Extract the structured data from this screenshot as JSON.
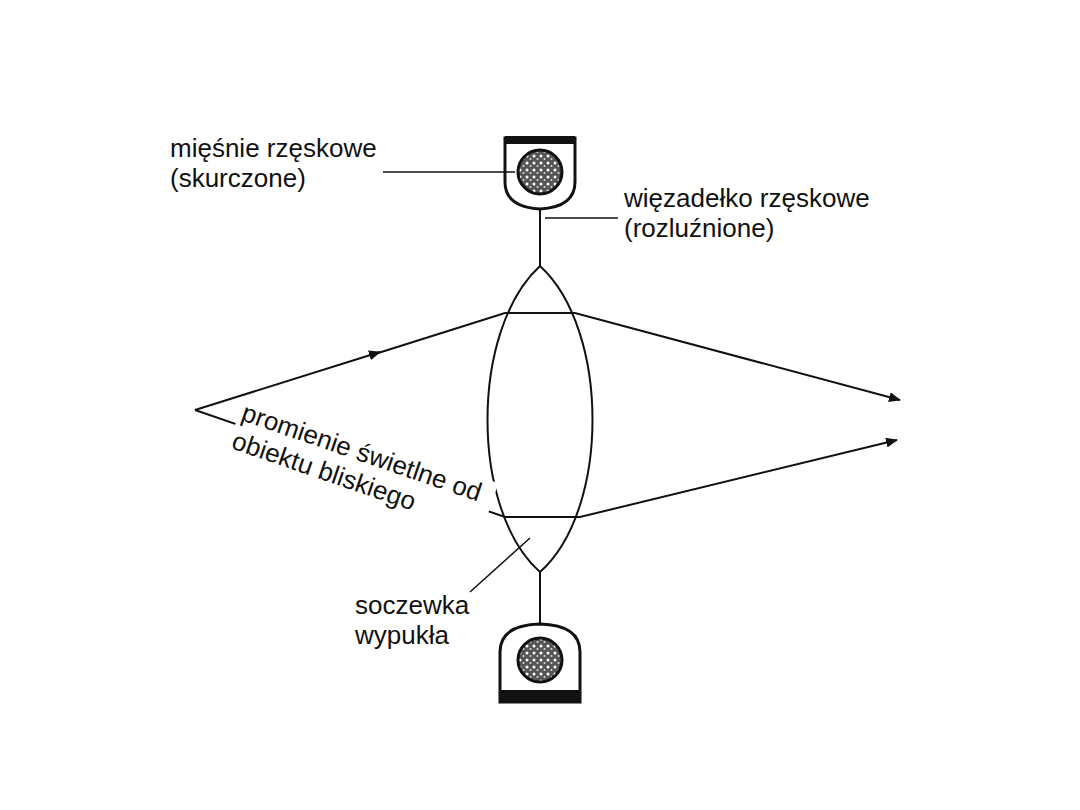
{
  "diagram": {
    "labels": [
      "mięśnie rzęskowe (skurczone)",
      "więzadełko rzęskowe (rozluźnione)",
      "promienie świetlne od obiektu bliskiego",
      "soczewka wypukła"
    ]
  }
}
